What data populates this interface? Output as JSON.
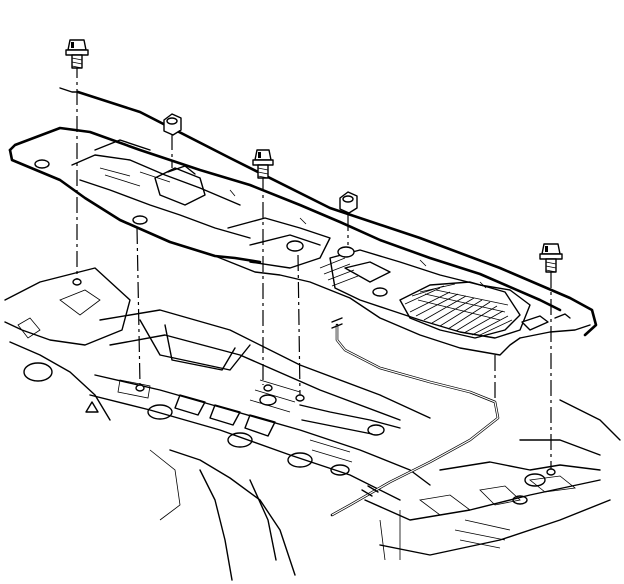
{
  "illustration": {
    "part_labels": [],
    "fasteners": [
      "left-bolt",
      "left-center-nut",
      "center-bolt",
      "right-center-nut",
      "right-bolt"
    ]
  }
}
